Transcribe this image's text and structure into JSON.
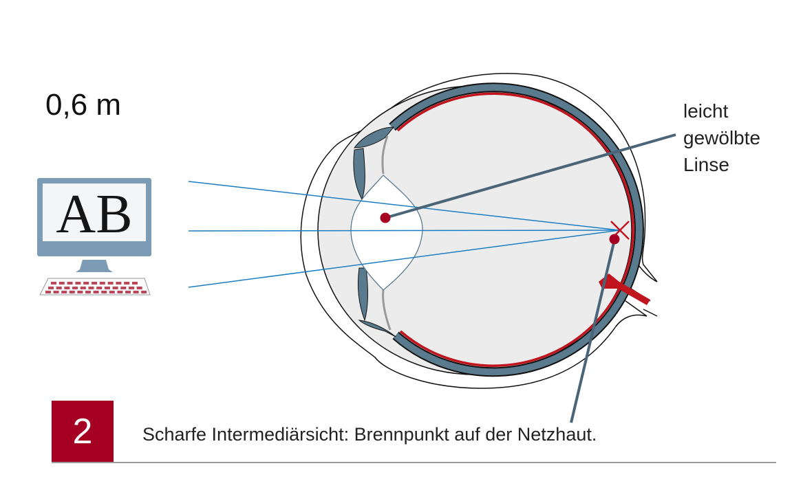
{
  "distance": "0,6 m",
  "lens_label": [
    "leicht",
    "gewölbte",
    "Linse"
  ],
  "step_number": "2",
  "caption": "Scharfe Intermediärsicht: Brennpunkt auf der Netzhaut.",
  "monitor_text": "AB",
  "colors": {
    "accent_red": "#a50021",
    "ray_blue": "#1a7dc4",
    "eye_blue": "#5a7a8e",
    "retina_red": "#c0141e"
  }
}
